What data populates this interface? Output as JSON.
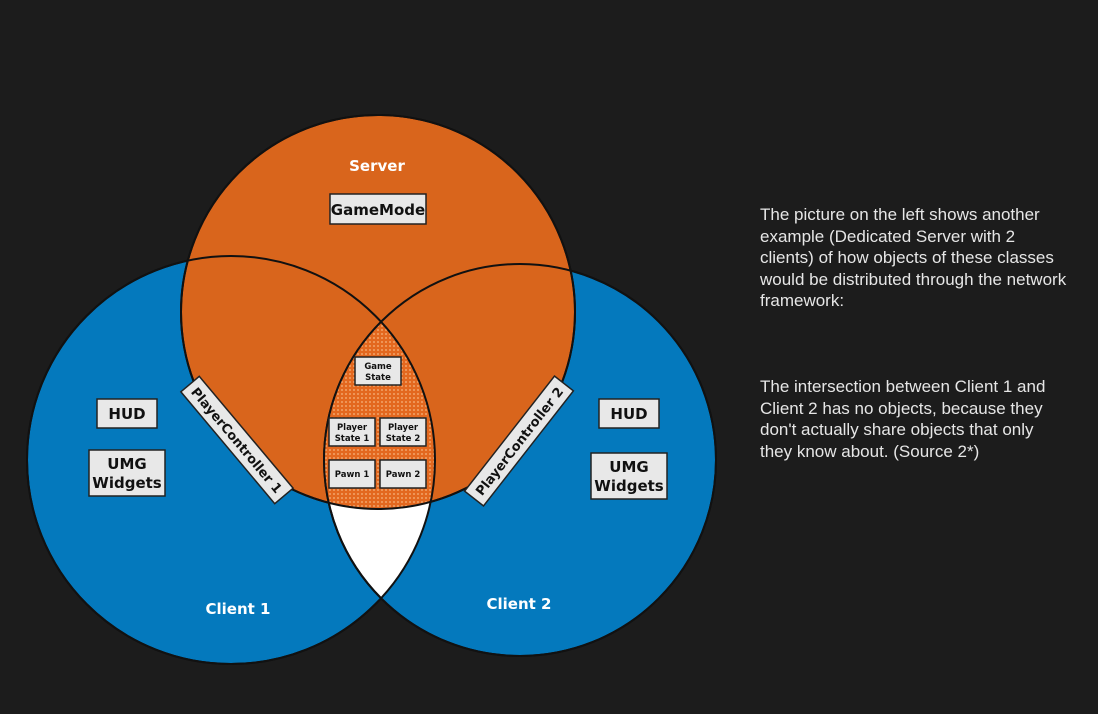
{
  "diagram": {
    "server_label": "Server",
    "client1_label": "Client 1",
    "client2_label": "Client 2",
    "gamemode": "GameMode",
    "game_state": [
      "Game",
      "State"
    ],
    "player_state_1": [
      "Player",
      "State 1"
    ],
    "player_state_2": [
      "Player",
      "State 2"
    ],
    "pawn_1": "Pawn 1",
    "pawn_2": "Pawn 2",
    "player_controller_1": "PlayerController 1",
    "player_controller_2": "PlayerController 2",
    "hud_1": "HUD",
    "umg_1": [
      "UMG",
      "Widgets"
    ],
    "hud_2": "HUD",
    "umg_2": [
      "UMG",
      "Widgets"
    ],
    "colors": {
      "server": "#d9651c",
      "client": "#0479bd",
      "background": "#1c1c1c"
    }
  },
  "sidebar": {
    "paragraph1": "The picture on the left shows another example (Dedicated Server with 2 clients) of how objects of these classes would be distributed through the network framework:",
    "paragraph2": "The intersection between Client 1 and Client 2 has no objects, because they don't actually share objects that only they know about. (Source 2*)"
  }
}
